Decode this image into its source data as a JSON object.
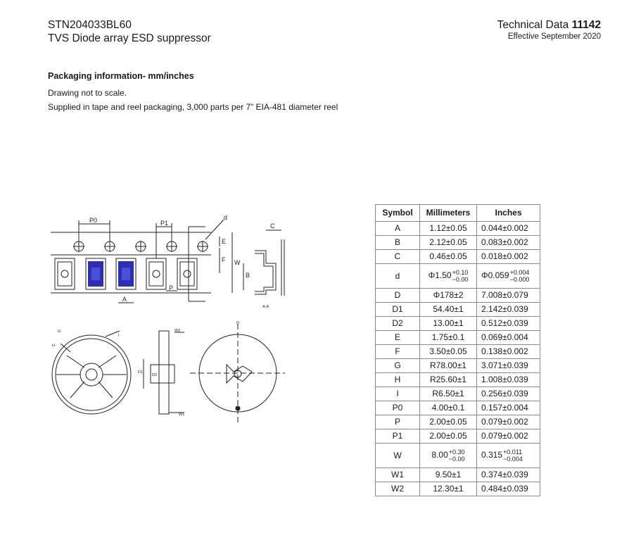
{
  "header": {
    "part_number": "STN204033BL60",
    "part_description": "TVS Diode array ESD suppressor",
    "doc_type": "Technical Data",
    "doc_number": "11142",
    "effective": "Effective September 2020"
  },
  "section": {
    "title": "Packaging information- mm/inches",
    "note1": "Drawing not to scale.",
    "note2": "Supplied in tape and reel packaging, 3,000 parts per 7” EIA-481 diameter reel"
  },
  "drawing_labels": {
    "P0": "P0",
    "P1": "P1",
    "d": "d",
    "A": "A",
    "P": "P",
    "E": "E",
    "F": "F",
    "W": "W",
    "C": "C",
    "B": "B",
    "section_AA": "A-A",
    "H": "H",
    "G": "G",
    "I": "I",
    "W2": "W2",
    "W1": "W1",
    "D1": "D1",
    "D2": "D2",
    "D": "D"
  },
  "table": {
    "headers": [
      "Symbol",
      "Millimeters",
      "Inches"
    ],
    "rows": [
      {
        "sym": "A",
        "mm": "1.12±0.05",
        "in": "0.044±0.002"
      },
      {
        "sym": "B",
        "mm": "2.12±0.05",
        "in": "0.083±0.002"
      },
      {
        "sym": "C",
        "mm": "0.46±0.05",
        "in": "0.018±0.002"
      },
      {
        "sym": "d",
        "mm": "Φ1.50",
        "mm_up": "+0.10",
        "mm_dn": "−0.00",
        "in": "Φ0.059",
        "in_up": "+0.004",
        "in_dn": "−0.000"
      },
      {
        "sym": "D",
        "mm": "Φ178±2",
        "in": "7.008±0.079"
      },
      {
        "sym": "D1",
        "mm": "54.40±1",
        "in": "2.142±0.039"
      },
      {
        "sym": "D2",
        "mm": "13.00±1",
        "in": "0.512±0.039"
      },
      {
        "sym": "E",
        "mm": "1.75±0.1",
        "in": "0.069±0.004"
      },
      {
        "sym": "F",
        "mm": "3.50±0.05",
        "in": "0.138±0.002"
      },
      {
        "sym": "G",
        "mm": "R78.00±1",
        "in": "3.071±0.039"
      },
      {
        "sym": "H",
        "mm": "R25.60±1",
        "in": "1.008±0.039"
      },
      {
        "sym": "I",
        "mm": "R6.50±1",
        "in": "0.256±0.039"
      },
      {
        "sym": "P0",
        "mm": "4.00±0.1",
        "in": "0.157±0.004"
      },
      {
        "sym": "P",
        "mm": "2.00±0.05",
        "in": "0.079±0.002"
      },
      {
        "sym": "P1",
        "mm": "2.00±0.05",
        "in": "0.079±0.002"
      },
      {
        "sym": "W",
        "mm": "8.00",
        "mm_up": "+0.30",
        "mm_dn": "−0.00",
        "in": "0.315",
        "in_up": "+0.011",
        "in_dn": "−0.004"
      },
      {
        "sym": "W1",
        "mm": "9.50±1",
        "in": "0.374±0.039"
      },
      {
        "sym": "W2",
        "mm": "12.30±1",
        "in": "0.484±0.039"
      }
    ]
  },
  "colors": {
    "component_fill": "#2b2fb0",
    "line": "#222222",
    "table_border": "#8a8a8a"
  }
}
